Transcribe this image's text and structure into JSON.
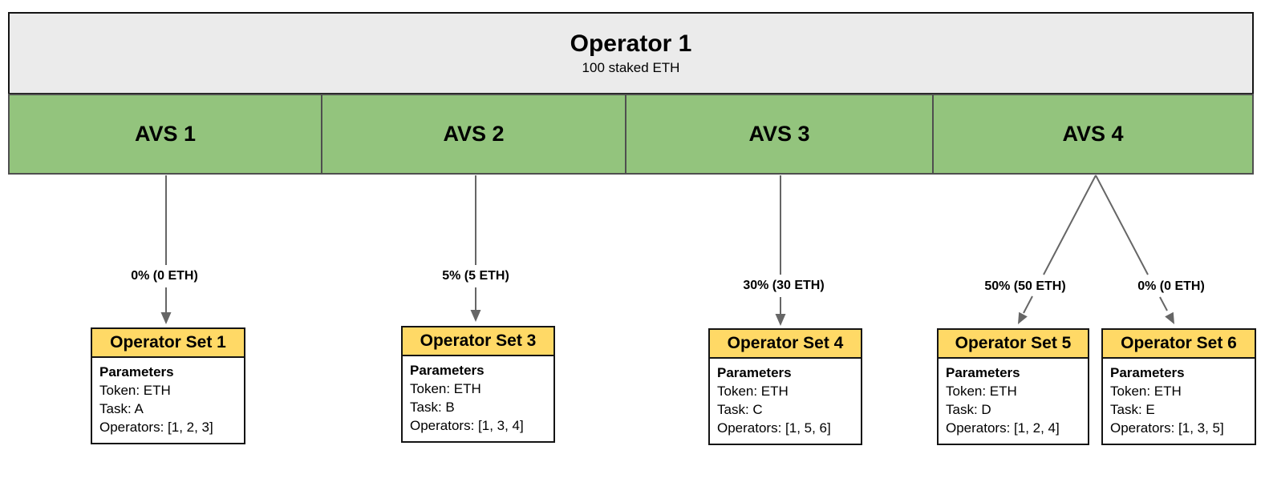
{
  "operator_box": {
    "title": "Operator 1",
    "subtitle": "100 staked ETH"
  },
  "avs_cells": [
    {
      "label": "AVS 1"
    },
    {
      "label": "AVS 2"
    },
    {
      "label": "AVS 3"
    },
    {
      "label": "AVS 4"
    }
  ],
  "allocation_labels": [
    {
      "text": "0% (0 ETH)",
      "from": "AVS 1",
      "to": "Operator Set 1"
    },
    {
      "text": "5% (5 ETH)",
      "from": "AVS 2",
      "to": "Operator Set 3"
    },
    {
      "text": "30% (30 ETH)",
      "from": "AVS 3",
      "to": "Operator Set 4"
    },
    {
      "text": "50% (50 ETH)",
      "from": "AVS 4",
      "to": "Operator Set 5"
    },
    {
      "text": "0% (0 ETH)",
      "from": "AVS 4",
      "to": "Operator Set 6"
    }
  ],
  "operator_sets": [
    {
      "title": "Operator Set 1",
      "heading": "Parameters",
      "lines": [
        "Token: ETH",
        "Task: A",
        "Operators: [1, 2, 3]"
      ]
    },
    {
      "title": "Operator Set 3",
      "heading": "Parameters",
      "lines": [
        "Token: ETH",
        "Task: B",
        "Operators: [1, 3, 4]"
      ]
    },
    {
      "title": "Operator Set 4",
      "heading": "Parameters",
      "lines": [
        "Token: ETH",
        "Task: C",
        "Operators: [1, 5, 6]"
      ]
    },
    {
      "title": "Operator Set 5",
      "heading": "Parameters",
      "lines": [
        "Token: ETH",
        "Task: D",
        "Operators: [1, 2, 4]"
      ]
    },
    {
      "title": "Operator Set 6",
      "heading": "Parameters",
      "lines": [
        "Token: ETH",
        "Task: E",
        "Operators: [1, 3, 5]"
      ]
    }
  ],
  "colors": {
    "operator_fill": "#ebebeb",
    "avs_fill": "#93c47d",
    "set_header_fill": "#ffd966",
    "connector_line": "#666666",
    "border_dark": "#141414",
    "border_cell": "#4f4f4f"
  }
}
